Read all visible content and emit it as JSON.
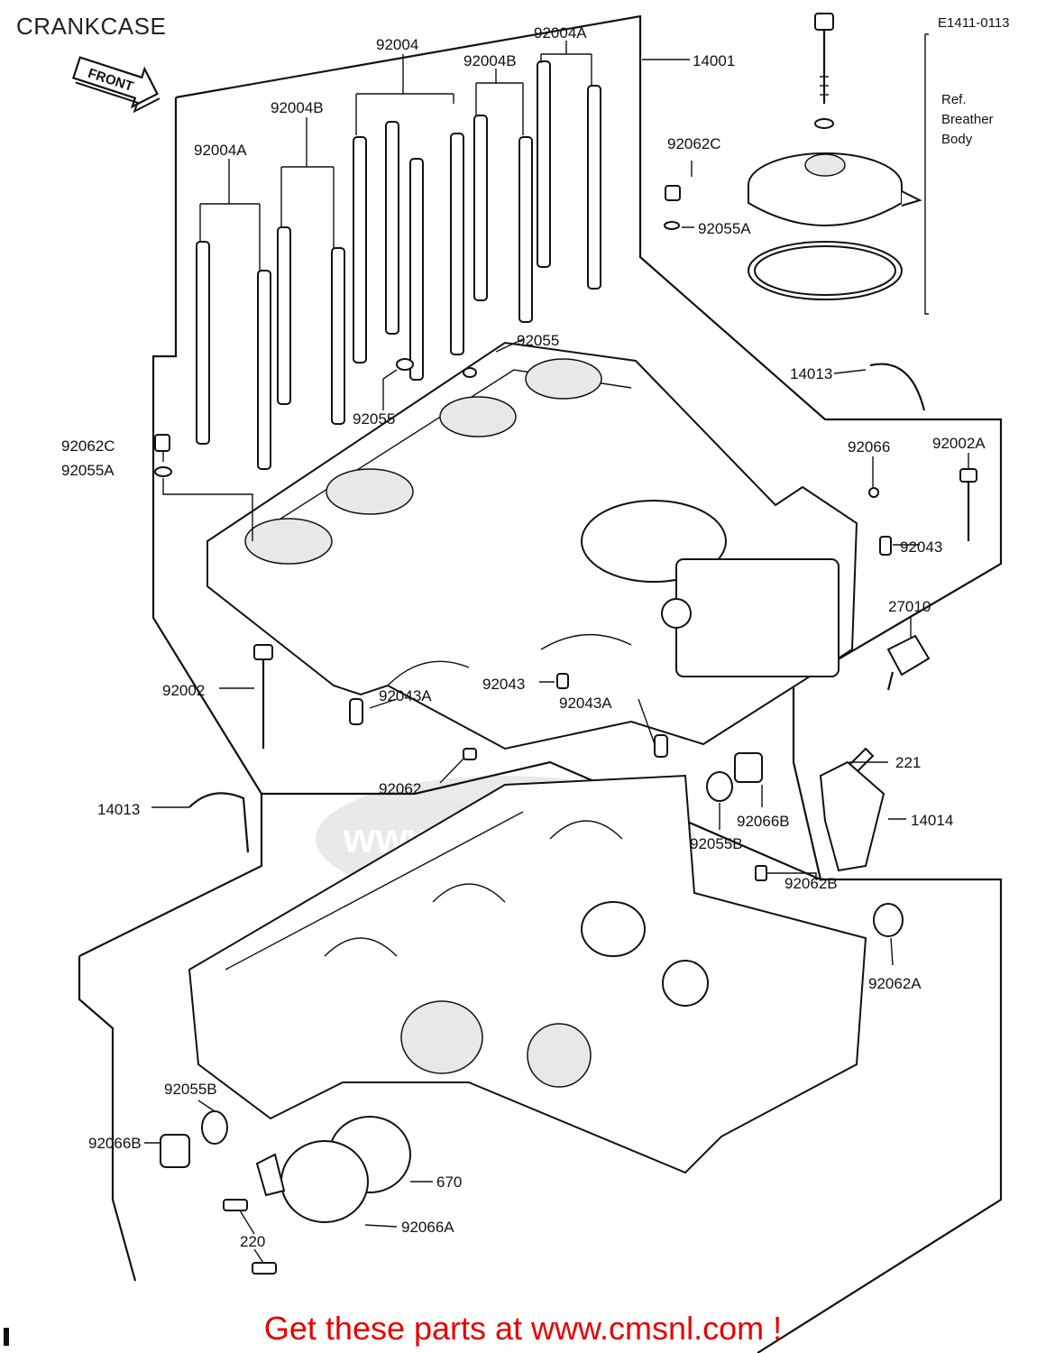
{
  "title": "CRANKCASE",
  "ref_code": "E1411-0113",
  "front_label": "FRONT",
  "ref_note": [
    "Ref.",
    "Breather",
    "Body"
  ],
  "watermark": "www.cmsnl.com",
  "labels": {
    "p92004": "92004",
    "p92004A_top": "92004A",
    "p92004B_top": "92004B",
    "p14001": "14001",
    "p92004B_left": "92004B",
    "p92004A_left": "92004A",
    "p92062C_top": "92062C",
    "p92055A_top": "92055A",
    "p92055_a": "92055",
    "p92055_b": "92055",
    "p14013_right": "14013",
    "p92062C_left": "92062C",
    "p92055A_left": "92055A",
    "p92066": "92066",
    "p92002A": "92002A",
    "p92043_right": "92043",
    "p27010": "27010",
    "p92043_mid": "92043",
    "p92002": "92002",
    "p92043A_left": "92043A",
    "p92043A_right": "92043A",
    "p221": "221",
    "p92062": "92062",
    "p92066B_right": "92066B",
    "p14014": "14014",
    "p14013_left": "14013",
    "p92055B_right": "92055B",
    "p92062B": "92062B",
    "p92062A": "92062A",
    "p92055B_left": "92055B",
    "p92066B_left": "92066B",
    "p670": "670",
    "p92066A": "92066A",
    "p220": "220"
  },
  "footer_text": "Get these parts at www.cmsnl.com !"
}
